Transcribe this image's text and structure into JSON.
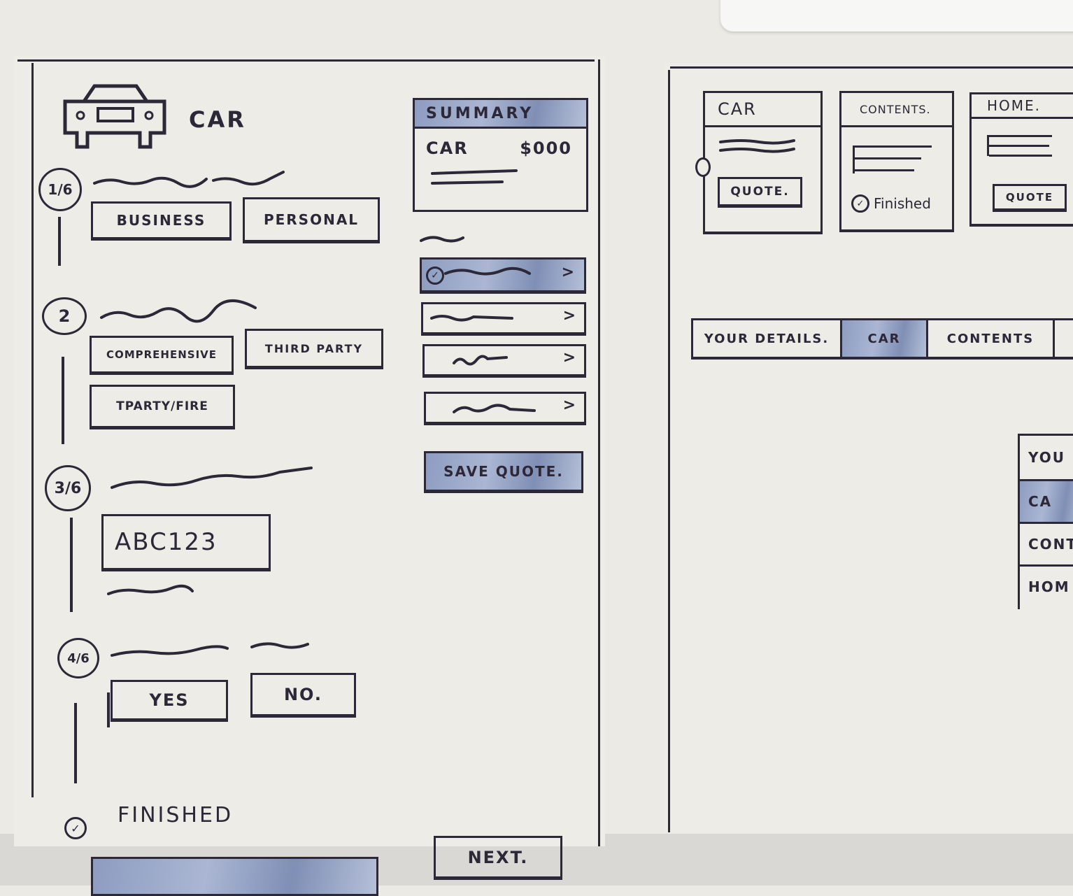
{
  "left_sketch": {
    "header": {
      "icon": "car-icon",
      "title": "CAR"
    },
    "steps": [
      {
        "number": "1/6",
        "options": [
          "BUSINESS",
          "PERSONAL"
        ]
      },
      {
        "number": "2",
        "options": [
          "COMPREHENSIVE",
          "THIRD PARTY",
          "TPARTY/FIRE"
        ]
      },
      {
        "number": "3/6",
        "input_value": "ABC123"
      },
      {
        "number": "4/6",
        "options": [
          "YES",
          "NO."
        ]
      }
    ],
    "finished_label": "FINISHED",
    "next_label": "NEXT.",
    "summary": {
      "title": "SUMMARY",
      "item_label": "CAR",
      "item_price": "$000",
      "save_label": "SAVE QUOTE."
    }
  },
  "right_sketch": {
    "cards": [
      {
        "title": "CAR",
        "action": "QUOTE."
      },
      {
        "title": "CONTENTS.",
        "status": "Finished"
      },
      {
        "title": "HOME.",
        "action": "QUOTE"
      }
    ],
    "tabs": [
      "YOUR DETAILS.",
      "CAR",
      "CONTENTS"
    ],
    "side_menu": [
      "YOU",
      "CA",
      "CONT",
      "HOM"
    ]
  },
  "colors": {
    "ink": "#2d2838",
    "highlight": "#8d9cc0",
    "paper": "#ebeae5"
  }
}
